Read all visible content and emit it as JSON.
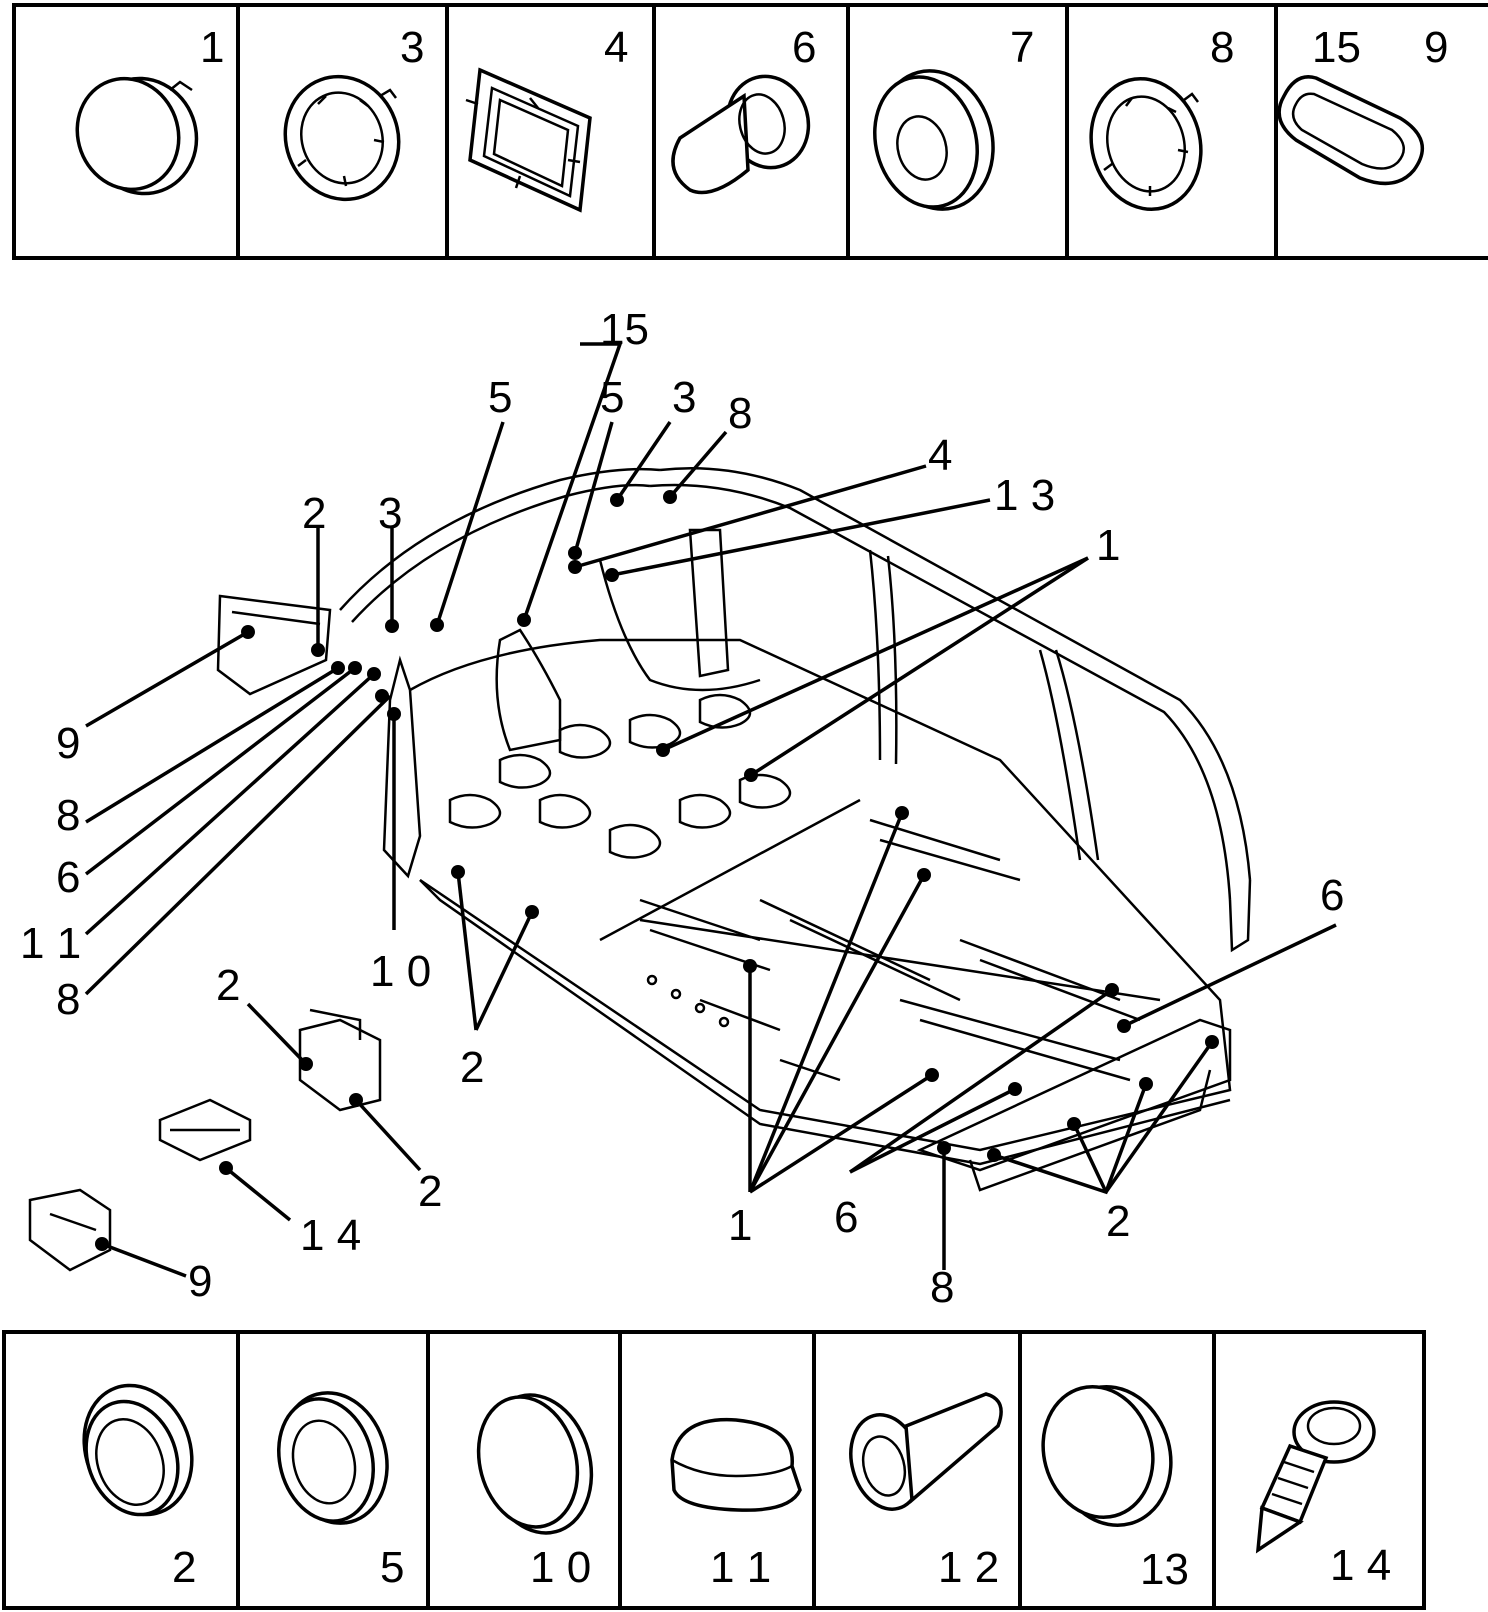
{
  "top_row": [
    {
      "label": "1"
    },
    {
      "label": "3"
    },
    {
      "label": "4"
    },
    {
      "label": "6"
    },
    {
      "label": "7"
    },
    {
      "label": "8"
    },
    {
      "label": "15",
      "label2": "9"
    }
  ],
  "bottom_row": [
    {
      "label": "2"
    },
    {
      "label": "5"
    },
    {
      "label": "1 0"
    },
    {
      "label": "1 1"
    },
    {
      "label": "1 2"
    },
    {
      "label": "13"
    },
    {
      "label": "1 4"
    }
  ],
  "callouts": {
    "c15": "15",
    "c5a": "5",
    "c5b": "5",
    "c3a": "3",
    "c8a": "8",
    "c4": "4",
    "c13": "1 3",
    "c1a": "1",
    "c2a": "2",
    "c3b": "3",
    "c9a": "9",
    "c8b": "8",
    "c6a": "6",
    "c11": "1 1",
    "c8c": "8",
    "c10": "1 0",
    "c2b": "2",
    "c2c": "2",
    "c14": "1 4",
    "c9b": "9",
    "c2d": "2",
    "c1b": "1",
    "c6b": "6",
    "c6c": "6",
    "c2e": "2",
    "c8d": "8"
  }
}
